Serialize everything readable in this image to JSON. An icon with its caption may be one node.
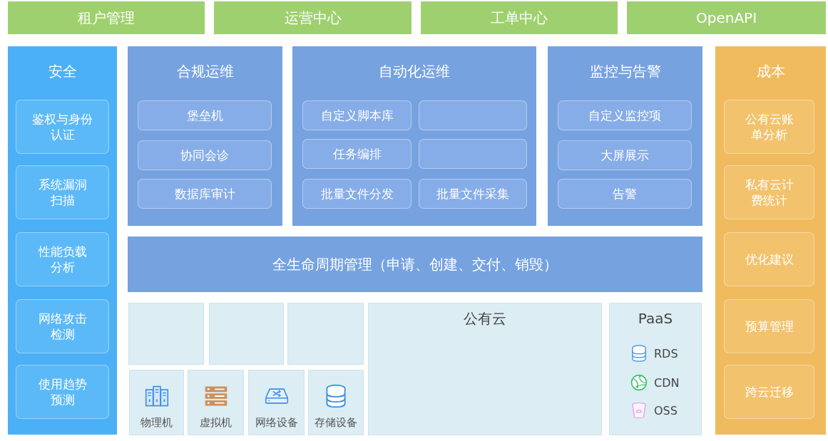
{
  "diagram": {
    "nodes": [
      {
        "text": [
          "租户管理"
        ]
      },
      {
        "text": [
          "运营中心"
        ]
      },
      {
        "text": [
          "工单中心"
        ]
      },
      {
        "text": [
          "OpenAPI"
        ]
      },
      {
        "text": [
          "安全"
        ]
      },
      {
        "text": [
          "鉴权与身份认证"
        ],
        "in": 4
      },
      {
        "text": [
          "系统漏洞扫描"
        ],
        "in": 4
      },
      {
        "text": [
          "性能负载分析"
        ],
        "in": 4
      },
      {
        "text": [
          "网络攻击检测"
        ],
        "in": 4
      },
      {
        "text": [
          "使用趋势预测"
        ],
        "in": 4
      },
      {
        "text": [
          "合规运维"
        ]
      },
      {
        "text": [
          "堡垒机"
        ],
        "in": 10
      },
      {
        "text": [
          "协同会诊"
        ],
        "in": 10
      },
      {
        "text": [
          "数据库审计"
        ],
        "in": 10
      },
      {
        "text": [
          "自动化运维"
        ]
      },
      {
        "text": [
          "自定义脚本库"
        ],
        "in": 14
      },
      {
        "text": [],
        "shape": "box",
        "in": 14
      },
      {
        "text": [
          "任务编排"
        ],
        "in": 14
      },
      {
        "text": [],
        "shape": "box",
        "in": 14
      },
      {
        "text": [
          "批量文件分发"
        ],
        "in": 14
      },
      {
        "text": [
          "批量文件采集"
        ],
        "in": 14
      },
      {
        "text": [
          "监控与告警"
        ]
      },
      {
        "text": [
          "自定义监控项"
        ],
        "in": 21
      },
      {
        "text": [
          "大屏展示"
        ],
        "in": 21
      },
      {
        "text": [
          "告警"
        ],
        "in": 21
      },
      {
        "text": [
          "成本"
        ]
      },
      {
        "text": [
          "公有云账单分析"
        ],
        "in": 25
      },
      {
        "text": [
          "私有云计费统计"
        ],
        "in": 25
      },
      {
        "text": [
          "优化建议"
        ],
        "in": 25
      },
      {
        "text": [
          "预算管理"
        ],
        "in": 25
      },
      {
        "text": [
          "跨云迁移"
        ],
        "in": 25
      },
      {
        "text": [
          "全生命周期管理（申请、创建、交付、销毁）"
        ]
      },
      {
        "text": [],
        "shape": "box"
      },
      {
        "text": [],
        "shape": "box"
      },
      {
        "text": [],
        "shape": "box"
      },
      {
        "text": [
          "物理机"
        ]
      },
      {
        "text": [
          "虚拟机"
        ]
      },
      {
        "text": [
          "网络设备"
        ]
      },
      {
        "text": [
          "存储设备"
        ]
      },
      {
        "text": [
          "公有云"
        ]
      },
      {
        "text": [
          "PaaS",
          "RDS",
          "CDN",
          "OSS"
        ]
      }
    ]
  }
}
